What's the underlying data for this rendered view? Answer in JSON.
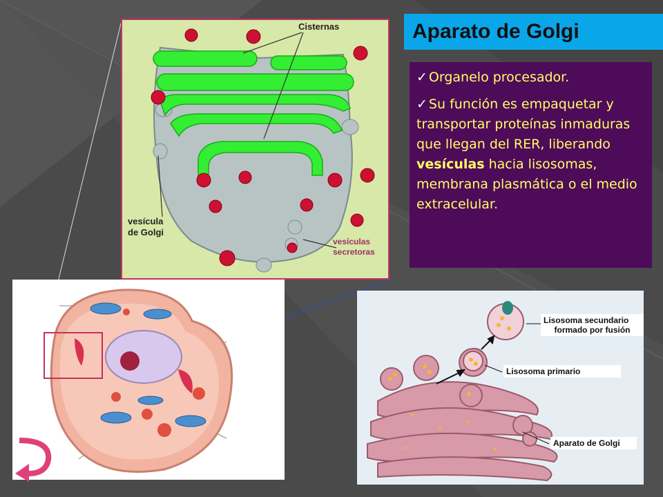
{
  "title": "Aparato de Golgi",
  "bullets": {
    "first": "Organelo procesador.",
    "second_start": "Su función es empaquetar y transportar proteínas inmaduras que llegan del RER, liberando ",
    "second_bold": "vesículas",
    "second_end": " hacia lisosomas, membrana plasmática o el medio extracelular."
  },
  "golgi_labels": {
    "cisternas": "Cisternas",
    "vesicula_line1": "vesícula",
    "vesicula_line2": "de Golgi",
    "secretoras_line1": "vesículas",
    "secretoras_line2": "secretoras"
  },
  "lysosome_labels": {
    "secundario_line1": "Lisosoma secundario",
    "secundario_line2": "formado por fusión",
    "primario": "Lisosoma primario",
    "golgi": "Aparato de Golgi"
  },
  "colors": {
    "title_bg": "#0aa6ea",
    "text_bg": "#4e0b5a",
    "text_fg": "#ffff66",
    "cisterna": "#33ee33",
    "vesicle_red": "#cc1133",
    "nav_arrow": "#e0407a"
  },
  "icons": {
    "nav": "curved-back-arrow-icon"
  }
}
